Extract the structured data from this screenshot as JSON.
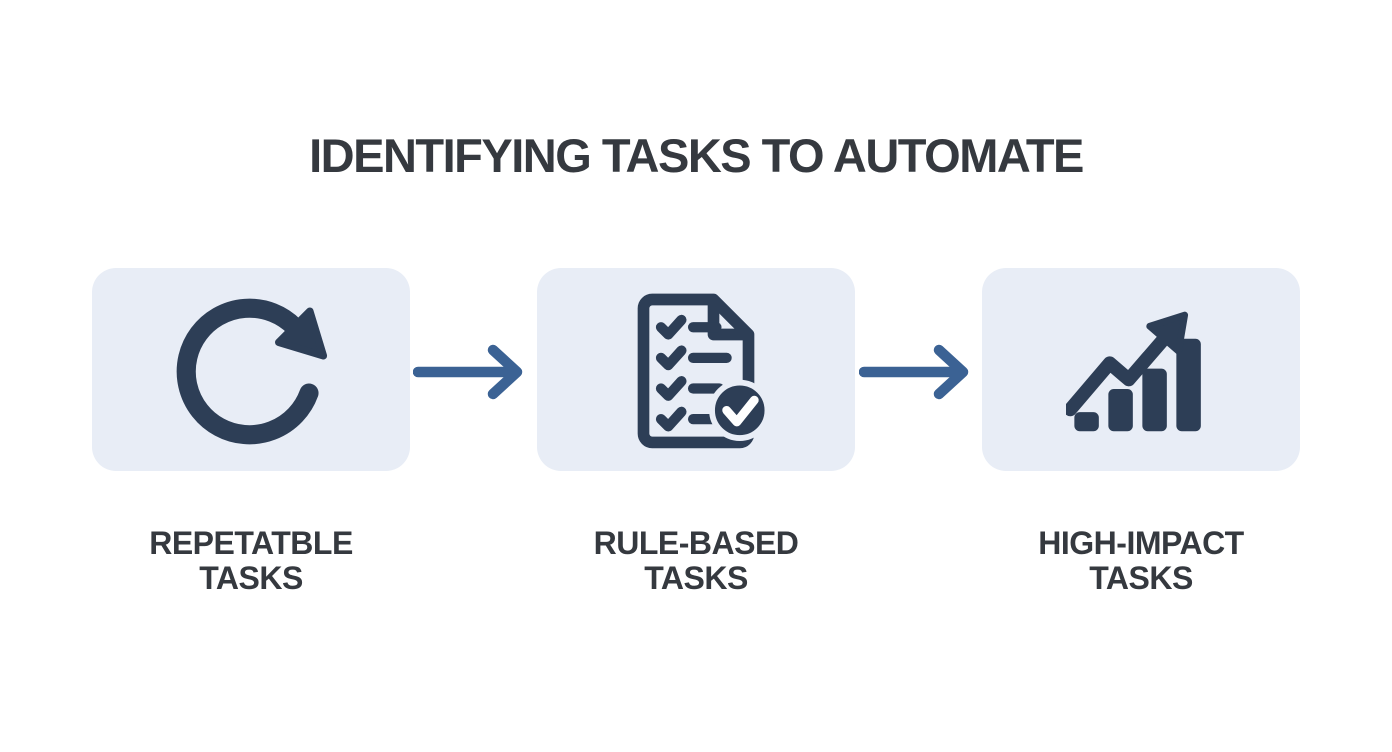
{
  "title": "IDENTIFYING TASKS TO AUTOMATE",
  "diagram": {
    "type": "process-flow",
    "orientation": "horizontal-left-to-right",
    "steps": [
      {
        "label": "REPETATBLE TASKS",
        "icon": "repeat-refresh-icon"
      },
      {
        "label": "RULE-BASED TASKS",
        "icon": "checklist-document-icon"
      },
      {
        "label": "HIGH-IMPACT TASKS",
        "icon": "growth-chart-icon"
      }
    ],
    "connectors": [
      {
        "icon": "arrow-right-icon"
      },
      {
        "icon": "arrow-right-icon"
      }
    ]
  },
  "colors": {
    "background": "#ffffff",
    "title_text": "#35393f",
    "label_text": "#35393f",
    "step_box_fill": "#e8edf6",
    "icon": "#2d3e56",
    "connector_arrow": "#3b6294"
  }
}
